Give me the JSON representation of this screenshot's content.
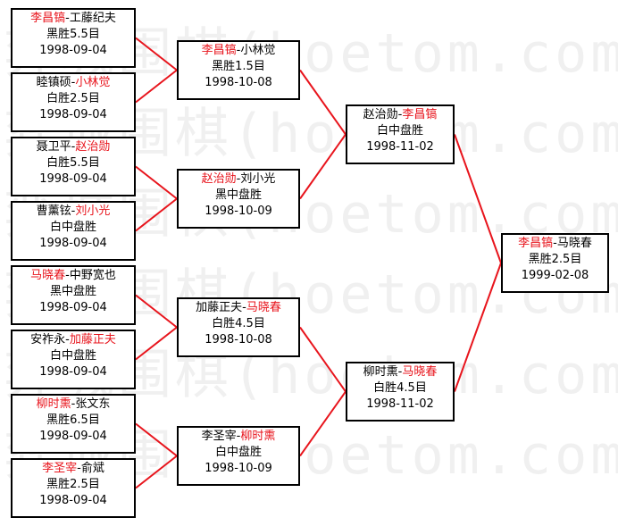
{
  "colors": {
    "winner": "#e8141c",
    "line": "#e8141c",
    "border": "#000000",
    "watermark": "#f0f0f0"
  },
  "watermark": {
    "text": "弈城围棋(hoetom.com)弈城围棋"
  },
  "round1": [
    {
      "black": "李昌镐",
      "white": "工藤纪夫",
      "winner": "black",
      "result": "黑胜5.5目",
      "date": "1998-09-04"
    },
    {
      "black": "睦镇硕",
      "white": "小林觉",
      "winner": "white",
      "result": "白胜2.5目",
      "date": "1998-09-04"
    },
    {
      "black": "聂卫平",
      "white": "赵治勋",
      "winner": "white",
      "result": "白胜5.5目",
      "date": "1998-09-04"
    },
    {
      "black": "曹薰铉",
      "white": "刘小光",
      "winner": "white",
      "result": "白中盘胜",
      "date": "1998-09-04"
    },
    {
      "black": "马晓春",
      "white": "中野宽也",
      "winner": "black",
      "result": "黑中盘胜",
      "date": "1998-09-04"
    },
    {
      "black": "安祚永",
      "white": "加藤正夫",
      "winner": "white",
      "result": "白中盘胜",
      "date": "1998-09-04"
    },
    {
      "black": "柳时熏",
      "white": "张文东",
      "winner": "black",
      "result": "黑胜6.5目",
      "date": "1998-09-04"
    },
    {
      "black": "李圣宰",
      "white": "俞斌",
      "winner": "black",
      "result": "黑胜2.5目",
      "date": "1998-09-04"
    }
  ],
  "round2": [
    {
      "black": "李昌镐",
      "white": "小林觉",
      "winner": "black",
      "result": "黑胜1.5目",
      "date": "1998-10-08"
    },
    {
      "black": "赵治勋",
      "white": "刘小光",
      "winner": "black",
      "result": "黑中盘胜",
      "date": "1998-10-09"
    },
    {
      "black": "加藤正夫",
      "white": "马晓春",
      "winner": "white",
      "result": "白胜4.5目",
      "date": "1998-10-08"
    },
    {
      "black": "李圣宰",
      "white": "柳时熏",
      "winner": "white",
      "result": "白中盘胜",
      "date": "1998-10-09"
    }
  ],
  "semifinal": [
    {
      "black": "赵治勋",
      "white": "李昌镐",
      "winner": "white",
      "result": "白中盘胜",
      "date": "1998-11-02"
    },
    {
      "black": "柳时熏",
      "white": "马晓春",
      "winner": "white",
      "result": "白胜4.5目",
      "date": "1998-11-02"
    }
  ],
  "final": [
    {
      "black": "李昌镐",
      "white": "马晓春",
      "winner": "black",
      "result": "黑胜2.5目",
      "date": "1999-02-08"
    }
  ]
}
